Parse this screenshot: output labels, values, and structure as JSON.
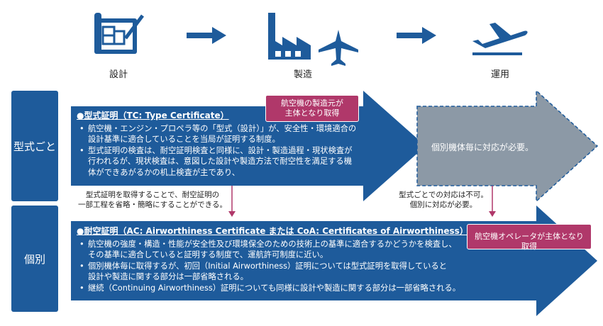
{
  "stages": {
    "design": "設計",
    "manufacture": "製造",
    "operation": "運用"
  },
  "side_labels": {
    "type": "型式ごと",
    "individual": "個別"
  },
  "tc": {
    "heading": "●型式証明（TC: Type Certificate）",
    "bullets": [
      "航空機・エンジン・プロペラ等の「型式（設計）」が、安全性・環境適合の",
      "設計基準に適合していることを当局が証明する制度。",
      "型式証明の検査は、耐空証明検査と同様に、設計・製造過程・現状検査が",
      "行われるが、現状検査は、意図した設計や製造方法で耐空性を満足する機",
      "体ができあがるかの机上検査が主であり、"
    ]
  },
  "tag_manufacturer": "航空機の製造元が\n主体となり取得",
  "gray_text": "個別機体毎に対応が必要。",
  "note_left": "型式証明を取得することで、耐空証明の\n一部工程を省略・簡略にすることができる。",
  "note_right": "型式ごとでの対応は不可。\n個別に対応が必要。",
  "ac": {
    "heading": "●耐空証明（AC: Airworthiness Certificate または CoA: Certificates of Airworthiness）",
    "bullets": [
      "航空機の強度・構造・性能が安全性及び環境保全のための技術上の基準に適合するかどうかを検査し、",
      "その基準に適合していると証明する制度で、運航許可制度に近い。",
      "個別機体毎に取得するが、初回（Initial Airworthiness）証明については型式証明を取得していると",
      "設計や製造に関する部分は一部省略される。",
      "継続（Continuing Airworthiness）証明についても同様に設計や製造に関する部分は一部省略される。"
    ]
  },
  "tag_operator": "航空機オペレータが主体となり取得",
  "colors": {
    "blue": "#1e5b9b",
    "gray": "#8c99a6",
    "magenta": "#b0386a",
    "icon": "#1e5b9b"
  }
}
